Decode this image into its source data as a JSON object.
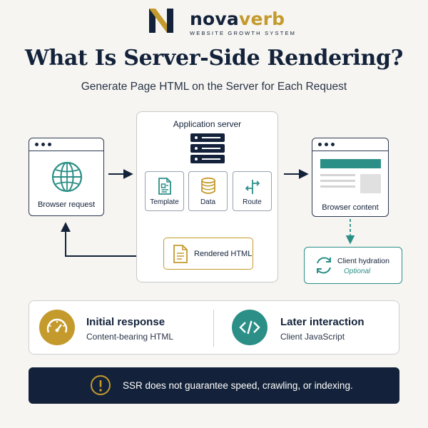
{
  "brand": {
    "name_part1": "nova",
    "name_part2": "verb",
    "tagline": "WEBSITE GROWTH SYSTEM"
  },
  "title": "What Is Server-Side Rendering?",
  "subtitle": "Generate Page HTML on the Server for Each Request",
  "diagram": {
    "browser_request": "Browser request",
    "server": {
      "title": "Application server",
      "parts": [
        "Template",
        "Data",
        "Route"
      ],
      "output": "Rendered HTML"
    },
    "browser_content": "Browser content",
    "hydration": {
      "title": "Client hydration",
      "note": "Optional"
    }
  },
  "panel": {
    "left": {
      "title": "Initial response",
      "subtitle": "Content-bearing HTML",
      "icon": "gauge-icon"
    },
    "right": {
      "title": "Later interaction",
      "subtitle": "Client JavaScript",
      "icon": "code-icon"
    }
  },
  "note": "SSR does not guarantee speed, crawling, or indexing.",
  "colors": {
    "navy": "#13223a",
    "gold": "#c49a2c",
    "teal": "#2b8f87",
    "background": "#f6f5f1"
  }
}
